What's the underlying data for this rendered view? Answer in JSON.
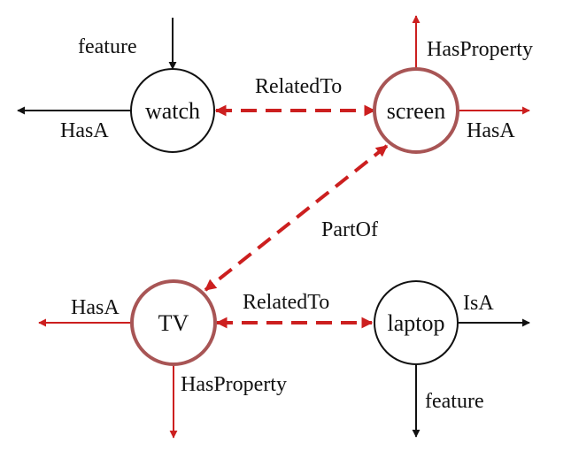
{
  "colors": {
    "black": "#111111",
    "red": "#cc1f1f",
    "red_node_stroke": "#a85555",
    "node_fill": "#ffffff"
  },
  "nodes": {
    "watch": "watch",
    "screen": "screen",
    "tv": "TV",
    "laptop": "laptop"
  },
  "edges": {
    "watch_feature": "feature",
    "watch_hasa": "HasA",
    "watch_screen_relatedto": "RelatedTo",
    "screen_hasproperty": "HasProperty",
    "screen_hasa": "HasA",
    "screen_tv_partof": "PartOf",
    "tv_hasa": "HasA",
    "tv_laptop_relatedto": "RelatedTo",
    "tv_hasproperty": "HasProperty",
    "laptop_isa": "IsA",
    "laptop_feature": "feature"
  }
}
